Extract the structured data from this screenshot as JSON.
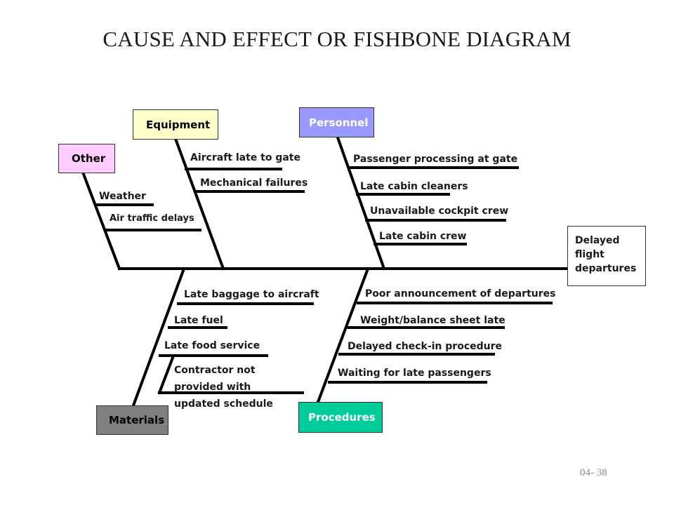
{
  "title": "CAUSE AND EFFECT OR FISHBONE DIAGRAM",
  "effect": {
    "lines": [
      "Delayed",
      "flight",
      "departures"
    ]
  },
  "categories": {
    "other": {
      "label": "Other",
      "color": "#ffccff"
    },
    "equipment": {
      "label": "Equipment",
      "color": "#ffffcc"
    },
    "personnel": {
      "label": "Personnel",
      "color": "#9999ff"
    },
    "materials": {
      "label": "Materials",
      "color": "#808080"
    },
    "procedures": {
      "label": "Procedures",
      "color": "#00cc99"
    }
  },
  "causes": {
    "other": [
      "Weather",
      "Air traffic delays"
    ],
    "equipment": [
      "Aircraft late to gate",
      "Mechanical failures"
    ],
    "personnel": [
      "Passenger processing at gate",
      "Late cabin cleaners",
      "Unavailable cockpit crew",
      "Late cabin crew"
    ],
    "materials": [
      "Late baggage to aircraft",
      "Late fuel",
      "Late food service"
    ],
    "materials_multiline": [
      "Contractor not",
      "provided with",
      "updated schedule"
    ],
    "procedures": [
      "Poor announcement of departures",
      "Weight/balance sheet late",
      "Delayed check-in procedure",
      "Waiting for late passengers"
    ]
  },
  "page_number": "04- 38"
}
